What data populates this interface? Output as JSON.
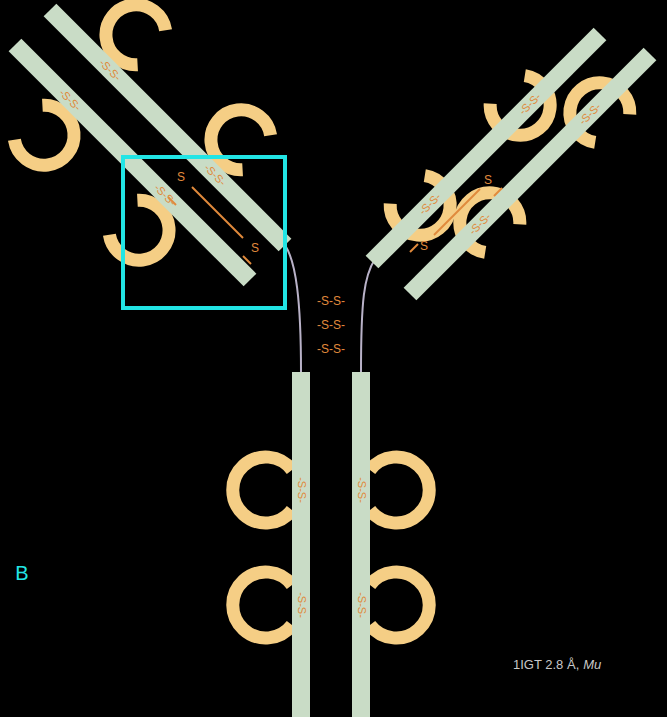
{
  "diagram": {
    "labels": [
      "-S-S-",
      "-S-S-",
      "-S-S-",
      "-S-S-",
      "S",
      "S",
      "-S-S-",
      "-S-S-",
      "-S-S-",
      "-S-S-",
      "S",
      "S",
      "-S-S-",
      "-S-S-",
      "-S-S-",
      "-S-S-",
      "-S-S-",
      "-S-S-",
      "-S-S-",
      "B",
      "1IGT 2.8 Å,",
      "Mu"
    ]
  }
}
